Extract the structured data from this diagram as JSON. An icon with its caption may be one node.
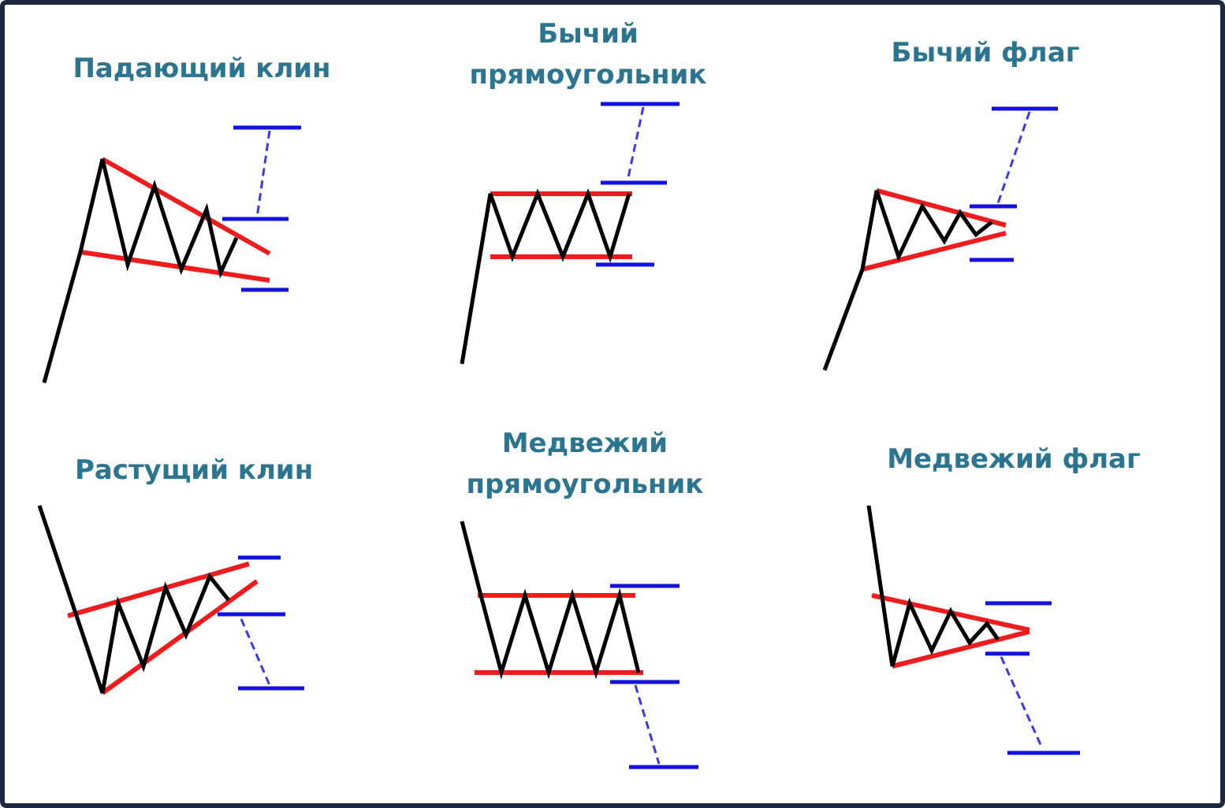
{
  "diagram": {
    "labels": [
      "Падающий клин",
      "Бычий прямоугольник",
      "Бычий флаг",
      "Растущий клин",
      "Медвежий прямоугольник",
      "Медвежий флаг"
    ]
  }
}
